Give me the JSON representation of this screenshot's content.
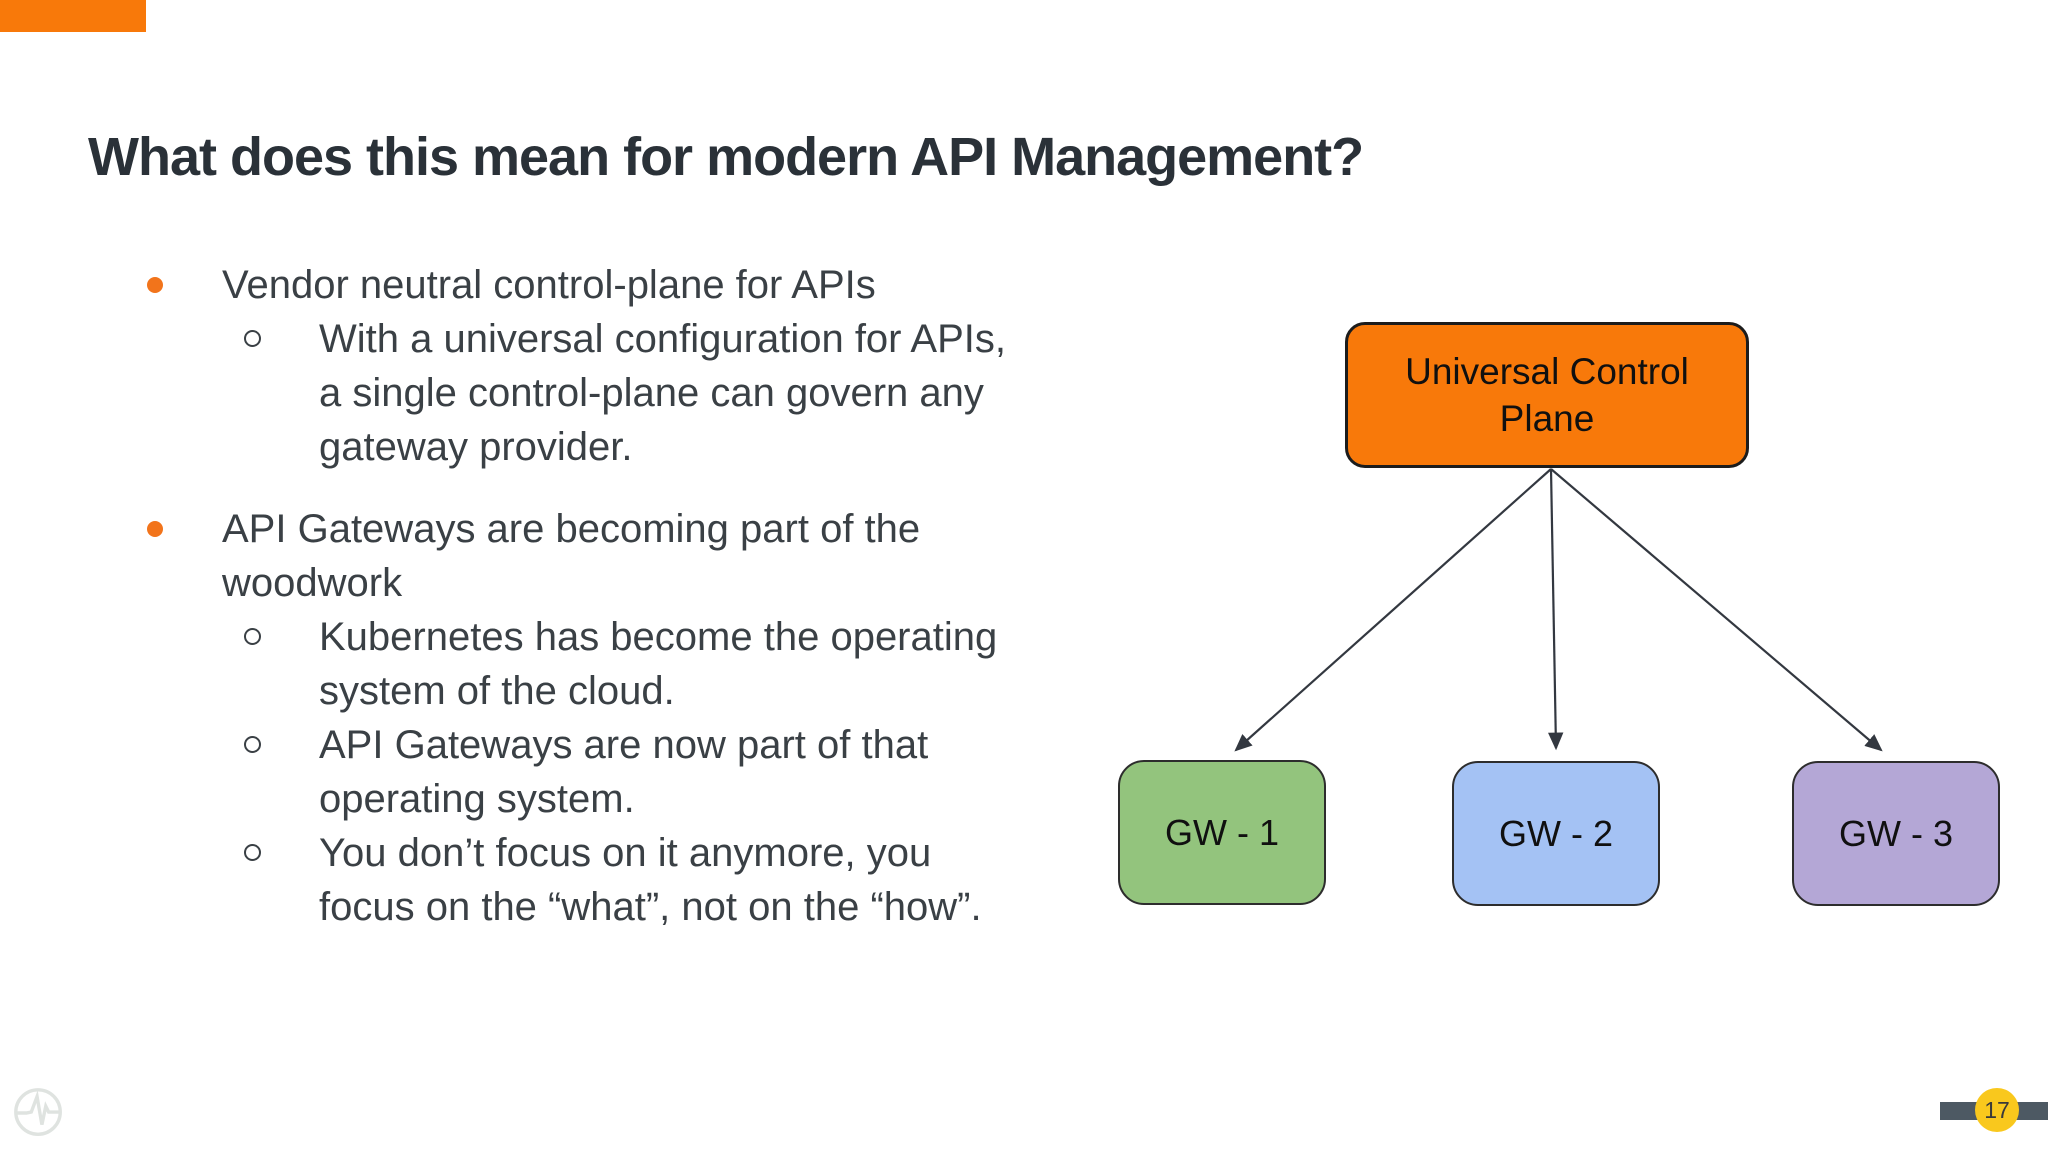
{
  "slide": {
    "title": "What does this mean for modern API Management?"
  },
  "bullets": [
    {
      "label": "Vendor neutral control-plane for APIs",
      "sub": [
        "With a universal configuration for APIs, a single control-plane can govern any gateway provider."
      ]
    },
    {
      "label": "API Gateways are becoming part of the woodwork",
      "sub": [
        "Kubernetes has become the operating system of the cloud.",
        "API Gateways are now part of that operating system.",
        "You don’t focus on it anymore, you focus on the “what”, not on the “how”."
      ]
    }
  ],
  "diagram": {
    "root": {
      "label": "Universal Control Plane",
      "fill": "#F8790A"
    },
    "children": [
      {
        "label": "GW - 1",
        "fill": "#93C47D"
      },
      {
        "label": "GW - 2",
        "fill": "#A4C2F4"
      },
      {
        "label": "GW - 3",
        "fill": "#B4A7D6"
      }
    ]
  },
  "footer": {
    "page_number": "17",
    "logo_icon": "pulse-logo-icon"
  },
  "colors": {
    "accent_orange": "#F8790A",
    "bullet_orange": "#F2741B",
    "title_text": "#2A3138",
    "body_text": "#3A4045",
    "arrow": "#333840",
    "page_bar": "#4D5963",
    "page_badge": "#F9C81D",
    "logo_gray": "#DFE3E0"
  }
}
